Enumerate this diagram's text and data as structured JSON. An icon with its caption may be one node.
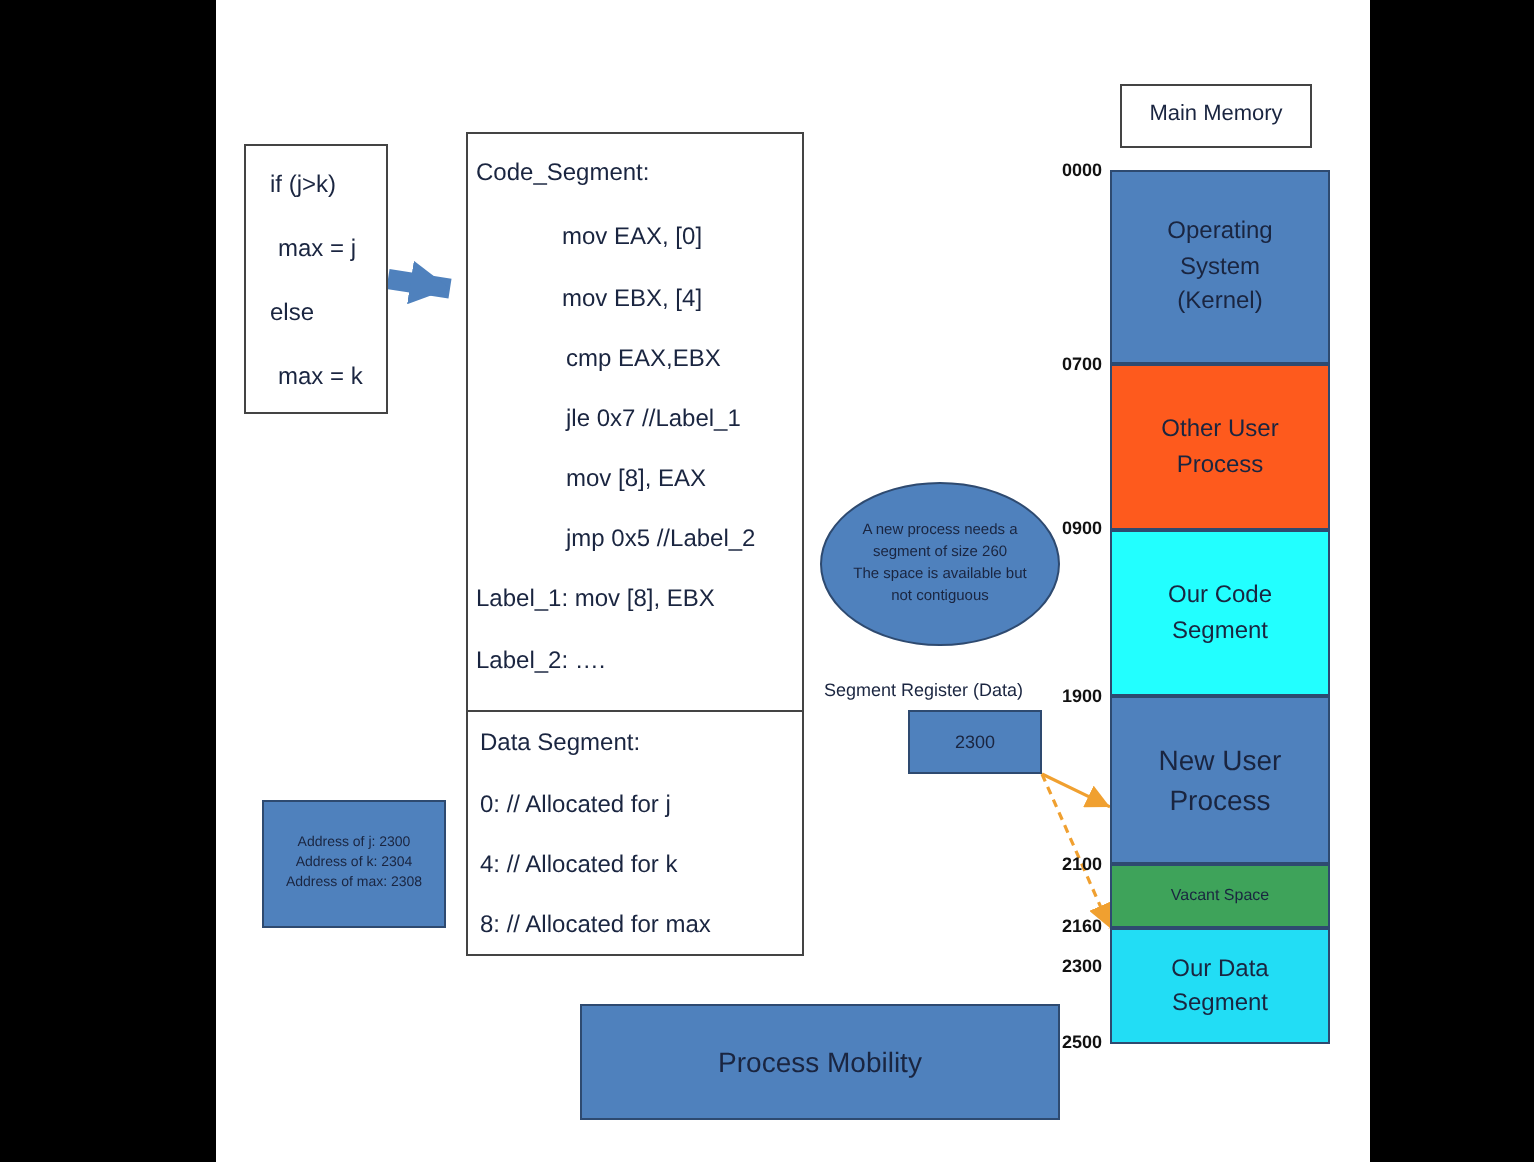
{
  "diagram": {
    "nodes": [
      {
        "text": [
          "if (j>k)",
          "max = j",
          "else",
          "max = k"
        ]
      },
      {
        "text": [
          "Code_Segment:",
          "mov EAX, [0]",
          "mov EBX, [4]",
          "cmp EAX,EBX",
          "jle 0x7 //Label_1",
          "mov [8], EAX",
          "jmp 0x5 //Label_2",
          "Label_1: mov [8], EBX",
          "Label_2: …."
        ]
      },
      {
        "text": [
          "Data Segment:",
          "0: // Allocated for j",
          "4: // Allocated for k",
          "8: // Allocated for max"
        ]
      },
      {
        "text": [
          "Address of j: 2300",
          "Address of k: 2304",
          "Address of max: 2308"
        ]
      },
      {
        "text": [
          "A new process needs a segment of size 260",
          "The space is available but not contiguous"
        ]
      },
      {
        "text": [
          "Main Memory"
        ]
      },
      {
        "text": [
          "Operating System (Kernel)"
        ]
      },
      {
        "text": [
          "Other User Process"
        ]
      },
      {
        "text": [
          "Our Code Segment"
        ]
      },
      {
        "text": [
          "New User Process"
        ]
      },
      {
        "text": [
          "Vacant Space"
        ]
      },
      {
        "text": [
          "Our Data Segment"
        ]
      },
      {
        "text": [
          "Segment Register (Data)",
          "2300"
        ]
      },
      {
        "text": [
          "Process Mobility"
        ]
      }
    ],
    "edges": [
      {
        "from": 0,
        "to": 1,
        "arrow": "to",
        "style": "thick",
        "color": "#4f81bd"
      },
      {
        "from": 12,
        "to": 9,
        "arrow": "to",
        "color": "#f0a030"
      },
      {
        "from": 12,
        "to": 11,
        "arrow": "to",
        "style": "dashed",
        "color": "#f0a030"
      }
    ],
    "labels": [
      "0000",
      "0700",
      "0900",
      "1900",
      "2100",
      "2160",
      "2300",
      "2500"
    ]
  }
}
